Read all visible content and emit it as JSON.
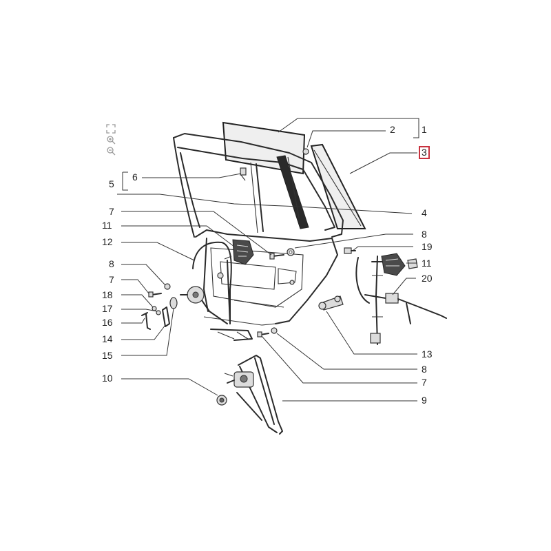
{
  "toolbar": {
    "icons": [
      "fullscreen-icon",
      "zoom-in-icon",
      "zoom-out-icon"
    ]
  },
  "callouts": [
    {
      "id": "c1",
      "label": "1"
    },
    {
      "id": "c2",
      "label": "2"
    },
    {
      "id": "c3",
      "label": "3",
      "selected": true
    },
    {
      "id": "c4",
      "label": "4"
    },
    {
      "id": "c5",
      "label": "5"
    },
    {
      "id": "c6",
      "label": "6"
    },
    {
      "id": "c7a",
      "label": "7"
    },
    {
      "id": "c7b",
      "label": "7"
    },
    {
      "id": "c7c",
      "label": "7"
    },
    {
      "id": "c8a",
      "label": "8"
    },
    {
      "id": "c8b",
      "label": "8"
    },
    {
      "id": "c8c",
      "label": "8"
    },
    {
      "id": "c9",
      "label": "9"
    },
    {
      "id": "c10",
      "label": "10"
    },
    {
      "id": "c11a",
      "label": "11"
    },
    {
      "id": "c11b",
      "label": "11"
    },
    {
      "id": "c12",
      "label": "12"
    },
    {
      "id": "c13",
      "label": "13"
    },
    {
      "id": "c14",
      "label": "14"
    },
    {
      "id": "c15",
      "label": "15"
    },
    {
      "id": "c16",
      "label": "16"
    },
    {
      "id": "c17",
      "label": "17"
    },
    {
      "id": "c18",
      "label": "18"
    },
    {
      "id": "c19",
      "label": "19"
    },
    {
      "id": "c20",
      "label": "20"
    }
  ],
  "colors": {
    "selected_border": "#c8313e",
    "line": "#2a2a2a"
  }
}
